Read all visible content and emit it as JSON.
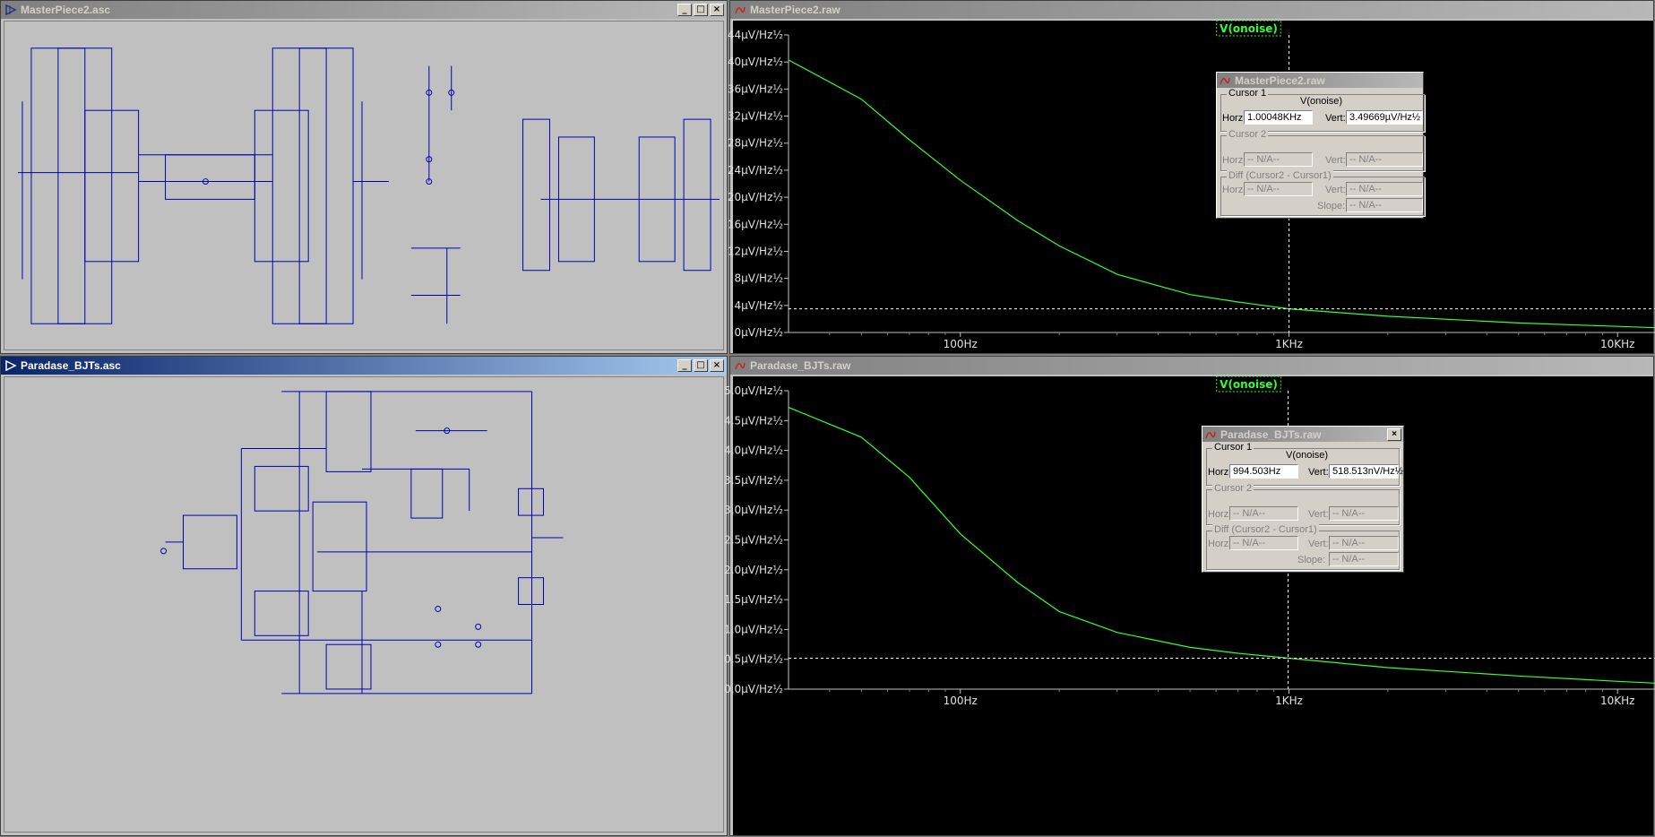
{
  "windows": {
    "sch1": {
      "title": "MasterPiece2.asc"
    },
    "sch2": {
      "title": "Paradase_BJTs.asc"
    },
    "plot1": {
      "title": "MasterPiece2.raw",
      "trace": "V(onoise)",
      "yticks": [
        "44µV/Hz½",
        "40µV/Hz½",
        "36µV/Hz½",
        "32µV/Hz½",
        "28µV/Hz½",
        "24µV/Hz½",
        "20µV/Hz½",
        "16µV/Hz½",
        "12µV/Hz½",
        "8µV/Hz½",
        "4µV/Hz½",
        "0µV/Hz½"
      ],
      "xticks": [
        "100Hz",
        "1KHz",
        "10KHz"
      ],
      "cursor": {
        "title": "MasterPiece2.raw",
        "c1_label": "Cursor 1",
        "c1_trace": "V(onoise)",
        "horz_label": "Horz:",
        "horz": "1.00048KHz",
        "vert_label": "Vert:",
        "vert": "3.49669µV/Hz½",
        "c2_label": "Cursor 2",
        "c2_horz": "-- N/A--",
        "c2_vert": "-- N/A--",
        "diff_label": "Diff (Cursor2 - Cursor1)",
        "diff_horz": "-- N/A--",
        "diff_vert": "-- N/A--",
        "slope_label": "Slope:",
        "slope": "-- N/A--"
      }
    },
    "plot2": {
      "title": "Paradase_BJTs.raw",
      "trace": "V(onoise)",
      "yticks": [
        "5.0µV/Hz½",
        "4.5µV/Hz½",
        "4.0µV/Hz½",
        "3.5µV/Hz½",
        "3.0µV/Hz½",
        "2.5µV/Hz½",
        "2.0µV/Hz½",
        "1.5µV/Hz½",
        "1.0µV/Hz½",
        "0.5µV/Hz½",
        "0.0µV/Hz½"
      ],
      "xticks": [
        "100Hz",
        "1KHz",
        "10KHz"
      ],
      "cursor": {
        "title": "Paradase_BJTs.raw",
        "c1_label": "Cursor 1",
        "c1_trace": "V(onoise)",
        "horz_label": "Horz:",
        "horz": "994.503Hz",
        "vert_label": "Vert:",
        "vert": "518.513nV/Hz½",
        "c2_label": "Cursor 2",
        "c2_horz": "-- N/A--",
        "c2_vert": "-- N/A--",
        "diff_label": "Diff (Cursor2 - Cursor1)",
        "diff_horz": "-- N/A--",
        "diff_vert": "-- N/A--",
        "slope_label": "Slope:",
        "slope": "-- N/A--"
      }
    }
  },
  "colors": {
    "trace": "#33ff33",
    "wire": "#0000b0",
    "plot_bg": "#000000",
    "schematic_bg": "#c0c0c0"
  },
  "chart_data": [
    {
      "type": "line",
      "xscale": "log",
      "xunit": "Hz",
      "yunit": "µV/Hz½",
      "ylim": [
        0,
        44
      ],
      "series": [
        {
          "name": "V(onoise)",
          "x": [
            30,
            50,
            70,
            100,
            150,
            200,
            300,
            500,
            700,
            1000,
            2000,
            5000,
            10000,
            13000
          ],
          "y": [
            40.3,
            34.5,
            28.5,
            22.5,
            16.5,
            12.8,
            8.6,
            5.6,
            4.5,
            3.5,
            2.4,
            1.4,
            0.9,
            0.7
          ]
        }
      ],
      "cursor": {
        "x": 1000.48,
        "y": 3.49669
      }
    },
    {
      "type": "line",
      "xscale": "log",
      "xunit": "Hz",
      "yunit": "µV/Hz½",
      "ylim": [
        0,
        5
      ],
      "series": [
        {
          "name": "V(onoise)",
          "x": [
            30,
            50,
            70,
            100,
            150,
            200,
            300,
            500,
            700,
            1000,
            2000,
            5000,
            10000,
            13000
          ],
          "y": [
            4.72,
            4.22,
            3.55,
            2.6,
            1.78,
            1.3,
            0.95,
            0.7,
            0.6,
            0.518,
            0.36,
            0.22,
            0.13,
            0.1
          ]
        }
      ],
      "cursor": {
        "x": 994.503,
        "y": 0.518513
      }
    }
  ]
}
